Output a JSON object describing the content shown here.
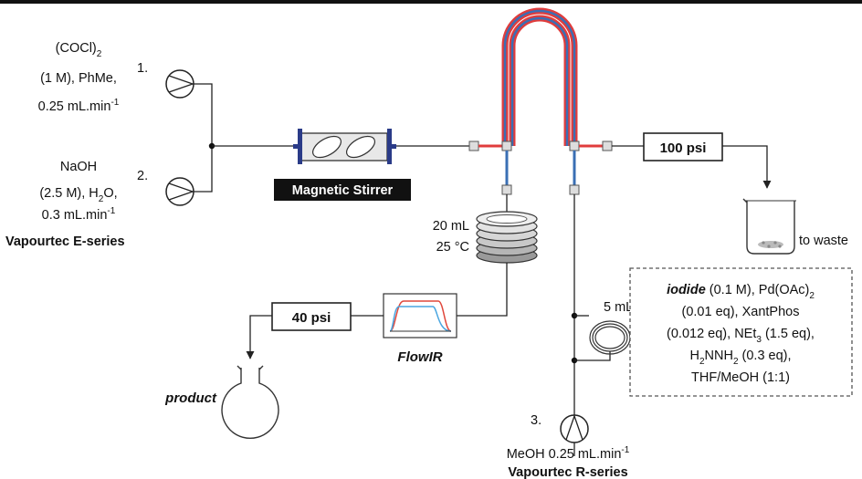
{
  "pumps": {
    "pump1": {
      "number": "1.",
      "reagent_line1": "(COCl)",
      "reagent_line1_sub": "2",
      "reagent_line2": "(1 M), PhMe,",
      "reagent_line3": "0.25 mL.min",
      "reagent_line3_sup": "-1"
    },
    "pump2": {
      "number": "2.",
      "reagent_line1": "NaOH",
      "reagent_line2a": "(2.5 M), H",
      "reagent_line2_sub": "2",
      "reagent_line2b": "O,",
      "reagent_line3": "0.3 mL.min",
      "reagent_line3_sup": "-1"
    },
    "pump3": {
      "number": "3.",
      "reagent_line1": "MeOH 0.25 mL.min",
      "reagent_line1_sup": "-1"
    }
  },
  "series_labels": {
    "e_series": "Vapourtec E-series",
    "r_series": "Vapourtec R-series"
  },
  "magnetic_stirrer": "Magnetic Stirrer",
  "coil_reactor": {
    "volume": "20 mL",
    "temperature": "25 °C"
  },
  "loop": {
    "volume": "5 mL"
  },
  "flowir": "FlowIR",
  "back_pressure_regulators": {
    "product_side": "40 psi",
    "waste_side": "100 psi"
  },
  "outlets": {
    "product": "product",
    "waste": "to waste"
  },
  "reagent_box": {
    "iodide": "iodide",
    "l1": " (0.1 M), Pd(OAc)",
    "l1_sub": "2",
    "l2": "(0.01 eq), XantPhos",
    "l3a": "(0.012 eq), NEt",
    "l3_sub": "3",
    "l3b": " (1.5 eq),",
    "l4a": "H",
    "l4_sub1": "2",
    "l4b": "NNH",
    "l4_sub2": "2",
    "l4c": " (0.3 eq),",
    "l5": "THF/MeOH (1:1)"
  },
  "colors": {
    "membrane_red": "#e03c3c",
    "membrane_blue": "#3a6fb4",
    "stirrer_bar": "#2a3b88",
    "stirrer_label_bg": "#111111",
    "ir_trace_red": "#e0483c",
    "ir_trace_blue": "#4aa6e0"
  }
}
